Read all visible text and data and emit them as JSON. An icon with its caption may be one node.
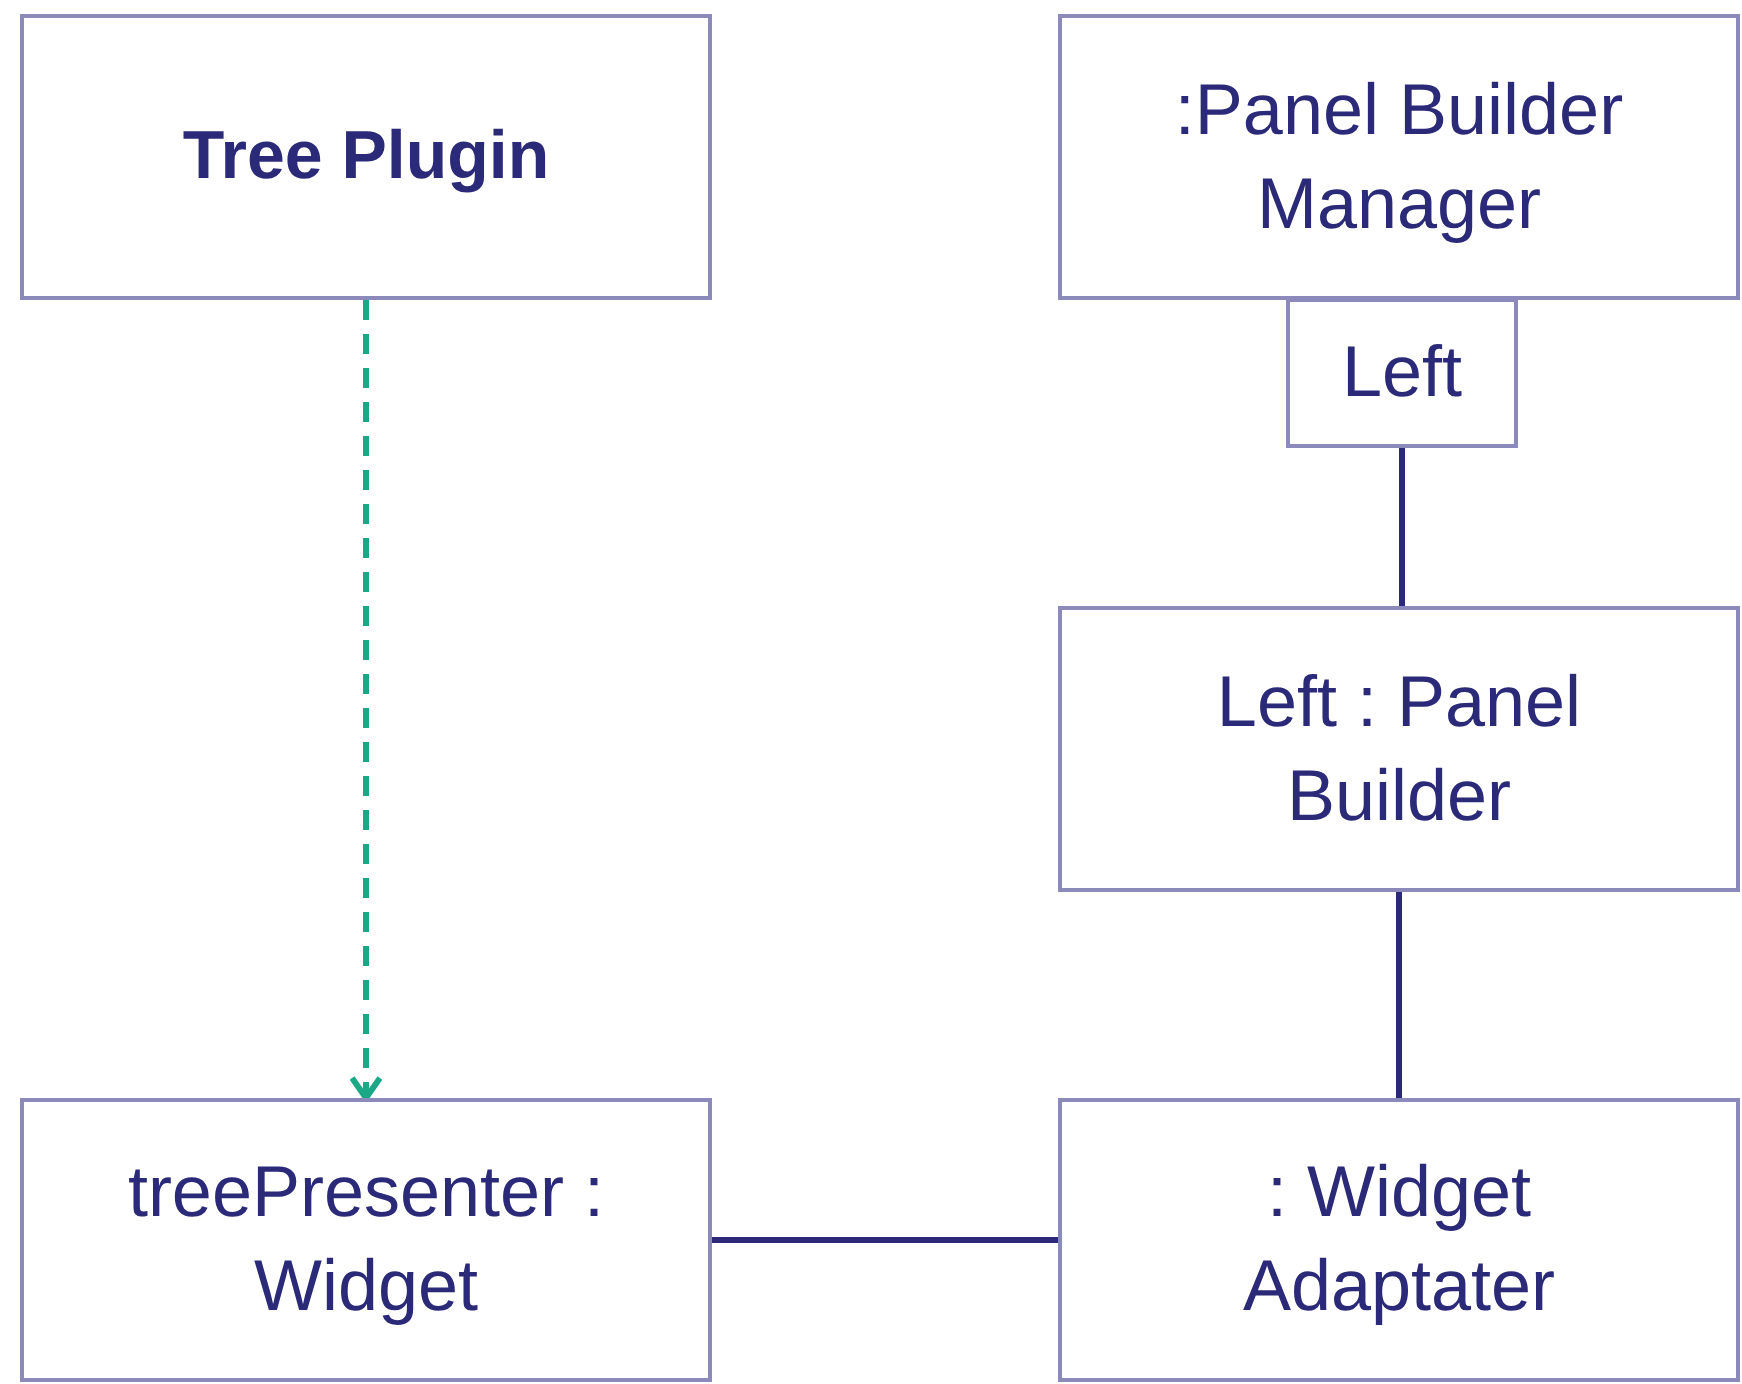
{
  "diagram": {
    "nodes": [
      {
        "text": [
          "Tree Plugin"
        ]
      },
      {
        "text": [
          ":Panel Builder Manager"
        ]
      },
      {
        "text": [
          "Left"
        ]
      },
      {
        "text": [
          "Left : Panel Builder"
        ]
      },
      {
        "text": [
          "treePresenter : Widget"
        ]
      },
      {
        "text": [
          ": Widget Adaptater"
        ]
      }
    ],
    "edges": [
      {
        "from": 0,
        "to": 4,
        "arrow": "to",
        "style": "dashed",
        "color": "#1aa887"
      },
      {
        "from": 2,
        "to": 3,
        "arrow": "none"
      },
      {
        "from": 3,
        "to": 5,
        "arrow": "none"
      },
      {
        "from": 4,
        "to": 5,
        "arrow": "none"
      }
    ]
  }
}
